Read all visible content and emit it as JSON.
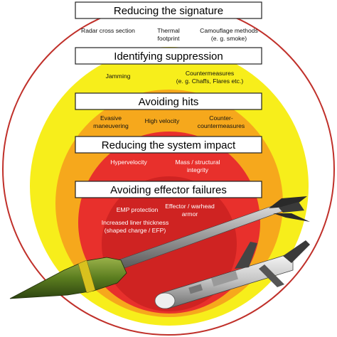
{
  "layers": [
    {
      "title": "Reducing the signature",
      "color": "#ffffff",
      "items": [
        [
          "Radar cross section"
        ],
        [
          "Thermal",
          "footprint"
        ],
        [
          "Camouflage methods",
          "(e. g. smoke)"
        ]
      ]
    },
    {
      "title": "Identifying suppression",
      "color": "#f7ee1b",
      "items": [
        [
          "Jamming"
        ],
        [
          "Countermeasures",
          "(e. g. Chaffs, Flares etc.)"
        ]
      ]
    },
    {
      "title": "Avoiding hits",
      "color": "#f6a81c",
      "items": [
        [
          "Evasive",
          "maneuvering"
        ],
        [
          "High velocity"
        ],
        [
          "Counter-",
          "countermeasures"
        ]
      ]
    },
    {
      "title": "Reducing the system impact",
      "color": "#e8302c",
      "items": [
        [
          "Hypervelocity"
        ],
        [
          "Mass / structural",
          "integrity"
        ]
      ]
    },
    {
      "title": "Avoiding effector failures",
      "color": "#cf2322",
      "items": [
        [
          "EMP  protection"
        ],
        [
          "Effector / warhead",
          "armor"
        ],
        [
          "Increased liner thickness",
          "(shaped charge / EFP)"
        ]
      ]
    }
  ],
  "outline_color": "#c0302a",
  "images": {
    "projectile": "finned-projectile-image",
    "missile": "guided-missile-image"
  }
}
